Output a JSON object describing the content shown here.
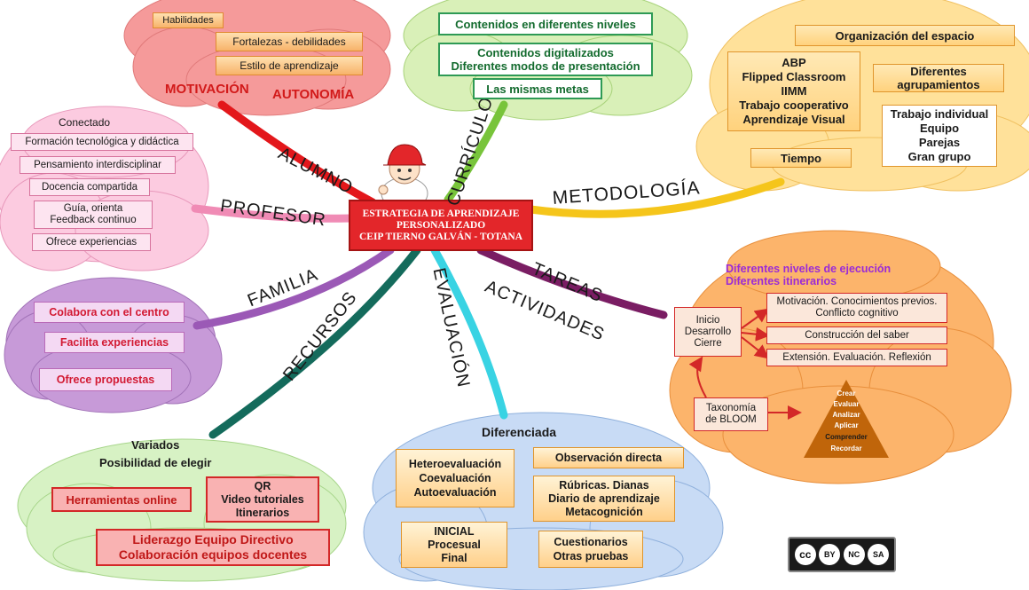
{
  "center": {
    "line1": "ESTRATEGIA DE APRENDIZAJE",
    "line2": "PERSONALIZADO",
    "line3": "CEIP TIERNO GALVÁN - TOTANA"
  },
  "branches": {
    "alumno": "ALUMNO",
    "curriculo": "CURRÍCULO",
    "metodologia": "METODOLOGÍA",
    "profesor": "PROFESOR",
    "familia": "FAMILIA",
    "recursos": "RECURSOS",
    "evaluacion": "EVALUACIÓN",
    "tareas": "TAREAS",
    "actividades": "ACTIVIDADES"
  },
  "alumno": {
    "habilidades": "Habilidades",
    "fortalezas": "Fortalezas - debilidades",
    "estilo": "Estilo de aprendizaje",
    "motivacion": "MOTIVACIÓN",
    "autonomia": "AUTONOMÍA"
  },
  "curriculo": {
    "niveles": "Contenidos en diferentes niveles",
    "digital": "Contenidos digitalizados\nDiferentes modos de presentación",
    "metas": "Las mismas metas"
  },
  "metodologia": {
    "espacio": "Organización del espacio",
    "metodos": "ABP\nFlipped Classroom\nIIMM\nTrabajo cooperativo\nAprendizaje Visual",
    "agrupamientos": "Diferentes\nagrupamientos",
    "grupos": "Trabajo individual\nEquipo\nParejas\nGran grupo",
    "tiempo": "Tiempo"
  },
  "profesor": {
    "conectado": "Conectado",
    "items": [
      "Formación tecnológica y didáctica",
      "Pensamiento interdisciplinar",
      "Docencia compartida",
      "Guía, orienta\nFeedback continuo",
      "Ofrece experiencias"
    ]
  },
  "familia": {
    "items": [
      "Colabora con el centro",
      "Facilita experiencias",
      "Ofrece propuestas"
    ]
  },
  "recursos": {
    "variados": "Variados\nPosibilidad de elegir",
    "online": "Herramientas online",
    "qr": "QR\nVideo tutoriales\nItinerarios",
    "liderazgo": "Liderazgo Equipo Directivo\nColaboración equipos docentes"
  },
  "evaluacion": {
    "title": "Diferenciada",
    "hetero": "Heteroevaluación\nCoevaluación\nAutoevaluación",
    "observacion": "Observación directa",
    "rubricas": "Rúbricas. Dianas\nDiario de aprendizaje\nMetacognición",
    "inicial": "INICIAL\nProcesual\nFinal",
    "cuestionarios": "Cuestionarios\nOtras pruebas"
  },
  "tareas": {
    "niveles": "Diferentes niveles de ejecución\nDiferentes itinerarios",
    "fases": "Inicio\nDesarrollo\nCierre",
    "motivacion": "Motivación. Conocimientos previos.\nConflicto cognitivo",
    "construccion": "Construcción del saber",
    "extension": "Extensión. Evaluación. Reflexión",
    "bloom": "Taxonomía\nde BLOOM",
    "pyramid": [
      "Crear",
      "Evaluar",
      "Analizar",
      "Aplicar",
      "Comprender",
      "Recordar"
    ]
  },
  "license": {
    "cc": "cc",
    "by": "BY",
    "nc": "NC",
    "sa": "SA"
  },
  "colors": {
    "alumno": "#e3171b",
    "curriculo": "#78c43b",
    "metodologia": "#f5c51b",
    "profesor": "#f08bb5",
    "familia": "#9b59b6",
    "recursos": "#146b5c",
    "evaluacion": "#39d3e3",
    "tareas": "#7a1d63"
  }
}
